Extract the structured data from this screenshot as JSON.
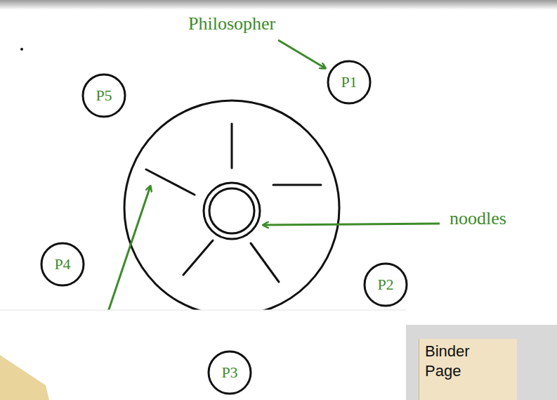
{
  "diagram": {
    "nodes": [
      {
        "text": [
          "P1"
        ]
      },
      {
        "text": [
          "P2"
        ]
      },
      {
        "text": [
          "P3"
        ]
      },
      {
        "text": [
          "P4"
        ]
      },
      {
        "text": [
          "P5"
        ]
      },
      {
        "text": [
          "Binder Page"
        ]
      }
    ],
    "labels": [
      "Philosopher",
      "noodles"
    ]
  }
}
